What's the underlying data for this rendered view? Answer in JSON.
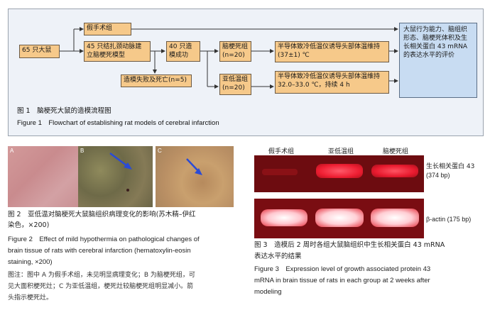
{
  "fig1": {
    "boxes": {
      "start": "65 只大鼠",
      "sham": "假手术组",
      "ligation": "45 只结扎颈动脉建立脑梗死模型",
      "success": "40 只造模成功",
      "fail": "造模失败及死亡(n=5)",
      "infarct": "脑梗死组(n=20)",
      "hypo": "亚低温组(n=20)",
      "treat_infarct": "半导体致冷低温仪诱导头部体温维持(37±1) ℃",
      "treat_hypo": "半导体致冷低温仪诱导头部体温维持 32.0–33.0 ℃，持续 4 h",
      "outcome": "大鼠行为能力、脑组织形态、脑梗死体积及生长相关蛋白 43 mRNA 的表达水平的评价"
    },
    "caption_cn": "图 1　脑梗死大鼠的造模流程图",
    "caption_en": "Figure 1　Flowchart of establishing rat models of cerebral infarction"
  },
  "fig2": {
    "panels": [
      "A",
      "B",
      "C"
    ],
    "caption_cn_1": "图 2　亚低温对脑梗死大鼠脑组织病理变化的影响(苏木精–伊红",
    "caption_cn_2": "染色，×200)",
    "caption_en_1": "Figure 2　Effect of mild hypothermia on pathological changes of",
    "caption_en_2": "brain tissue of rats with cerebral infarction (hematoxylin-eosin",
    "caption_en_3": "staining, ×200)",
    "note_1": "图注：图中 A 为假手术组，未见明显病理变化；B 为脑梗死组，可",
    "note_2": "见大面积梗死灶；C 为亚低温组，梗死灶较脑梗死组明显减小。箭",
    "note_3": "头指示梗死灶。"
  },
  "fig3": {
    "lanes": [
      "假手术组",
      "亚低温组",
      "脑梗死组"
    ],
    "band1": "生长相关蛋白 43",
    "band1_size": "(374 bp)",
    "band2": "β-actin (175 bp)",
    "caption_cn_1": "图 3　造模后 2 周时各组大鼠脑组织中生长相关蛋白 43 mRNA",
    "caption_cn_2": "表达水平的结果",
    "caption_en_1": "Figure 3　Expression level of growth associated protein 43",
    "caption_en_2": "mRNA in brain tissue of rats in each group at 2 weeks after",
    "caption_en_3": "modeling"
  },
  "colors": {
    "box": "#f6c98a",
    "blue_box": "#c8dcf2",
    "frame_bg": "#eef2f8",
    "arrow": "#2a4bd6"
  }
}
